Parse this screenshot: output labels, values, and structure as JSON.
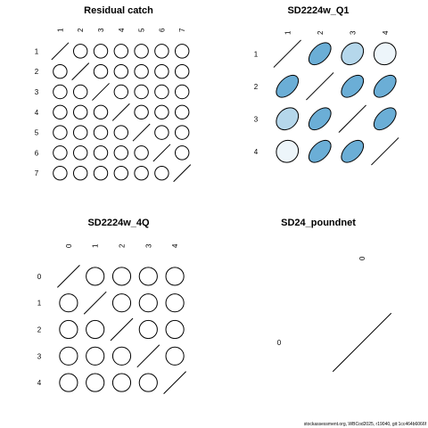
{
  "footer_text": "stockassessment.org, WBCod2025, r19040, git:1cc464b6066f",
  "chart_data": [
    {
      "type": "heatmap",
      "subtype": "correlation-ellipse",
      "title": "Residual catch",
      "labels": [
        "1",
        "2",
        "3",
        "4",
        "5",
        "6",
        "7"
      ],
      "matrix": [
        [
          1,
          0,
          0,
          0,
          0,
          0,
          0
        ],
        [
          0,
          1,
          0,
          0,
          0,
          0,
          0
        ],
        [
          0,
          0,
          1,
          0,
          0,
          0,
          0
        ],
        [
          0,
          0,
          0,
          1,
          0,
          0,
          0
        ],
        [
          0,
          0,
          0,
          0,
          1,
          0,
          0
        ],
        [
          0,
          0,
          0,
          0,
          0,
          1,
          0
        ],
        [
          0,
          0,
          0,
          0,
          0,
          0,
          1
        ]
      ],
      "color_scale": {
        "low": "#ffffff",
        "high": "#6baed6"
      }
    },
    {
      "type": "heatmap",
      "subtype": "correlation-ellipse",
      "title": "SD2224w_Q1",
      "labels": [
        "1",
        "2",
        "3",
        "4"
      ],
      "matrix": [
        [
          1,
          0.5,
          0.25,
          0.06
        ],
        [
          0.5,
          1,
          0.5,
          0.5
        ],
        [
          0.25,
          0.5,
          1,
          0.5
        ],
        [
          0.06,
          0.5,
          0.5,
          1
        ]
      ],
      "color_scale": {
        "low": "#ffffff",
        "high": "#6baed6"
      }
    },
    {
      "type": "heatmap",
      "subtype": "correlation-ellipse",
      "title": "SD2224w_4Q",
      "labels": [
        "0",
        "1",
        "2",
        "3",
        "4"
      ],
      "matrix": [
        [
          1,
          0,
          0,
          0,
          0
        ],
        [
          0,
          1,
          0,
          0,
          0
        ],
        [
          0,
          0,
          1,
          0,
          0
        ],
        [
          0,
          0,
          0,
          1,
          0
        ],
        [
          0,
          0,
          0,
          0,
          1
        ]
      ],
      "color_scale": {
        "low": "#ffffff",
        "high": "#6baed6"
      }
    },
    {
      "type": "heatmap",
      "subtype": "correlation-ellipse",
      "title": "SD24_poundnet",
      "labels": [
        "0"
      ],
      "matrix": [
        [
          1
        ]
      ],
      "color_scale": {
        "low": "#ffffff",
        "high": "#6baed6"
      }
    }
  ]
}
